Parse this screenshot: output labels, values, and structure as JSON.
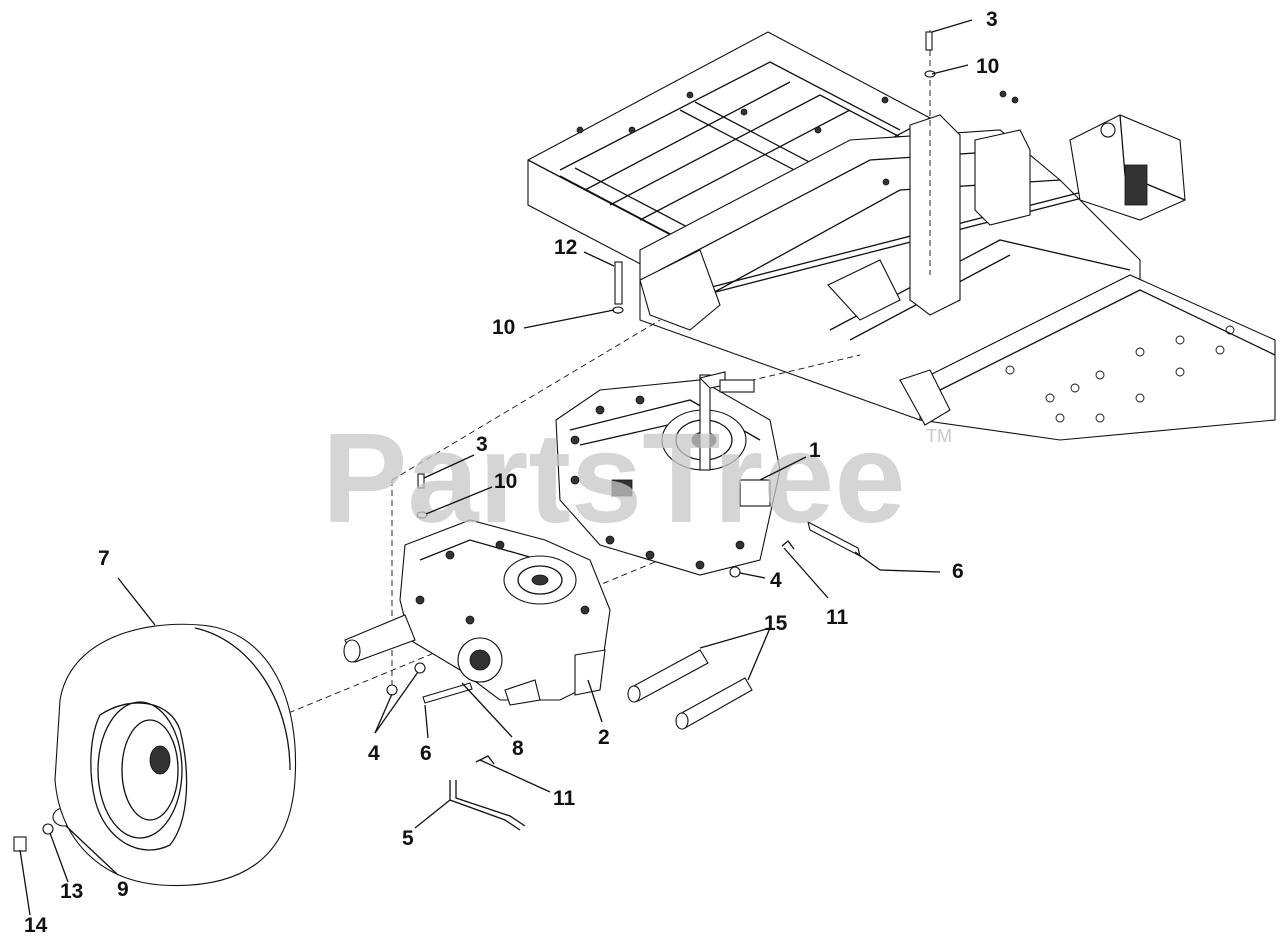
{
  "watermark": {
    "text": "PartsTree",
    "trademark": "TM"
  },
  "callouts": [
    {
      "id": "c3a",
      "label": "3"
    },
    {
      "id": "c10a",
      "label": "10"
    },
    {
      "id": "c12",
      "label": "12"
    },
    {
      "id": "c10b",
      "label": "10"
    },
    {
      "id": "c3b",
      "label": "3"
    },
    {
      "id": "c10c",
      "label": "10"
    },
    {
      "id": "c1",
      "label": "1"
    },
    {
      "id": "c7",
      "label": "7"
    },
    {
      "id": "c4a",
      "label": "4"
    },
    {
      "id": "c6a",
      "label": "6"
    },
    {
      "id": "c11a",
      "label": "11"
    },
    {
      "id": "c15",
      "label": "15"
    },
    {
      "id": "c4b",
      "label": "4"
    },
    {
      "id": "c6b",
      "label": "6"
    },
    {
      "id": "c8",
      "label": "8"
    },
    {
      "id": "c2",
      "label": "2"
    },
    {
      "id": "c11b",
      "label": "11"
    },
    {
      "id": "c5",
      "label": "5"
    },
    {
      "id": "c9",
      "label": "9"
    },
    {
      "id": "c13",
      "label": "13"
    },
    {
      "id": "c14",
      "label": "14"
    }
  ]
}
